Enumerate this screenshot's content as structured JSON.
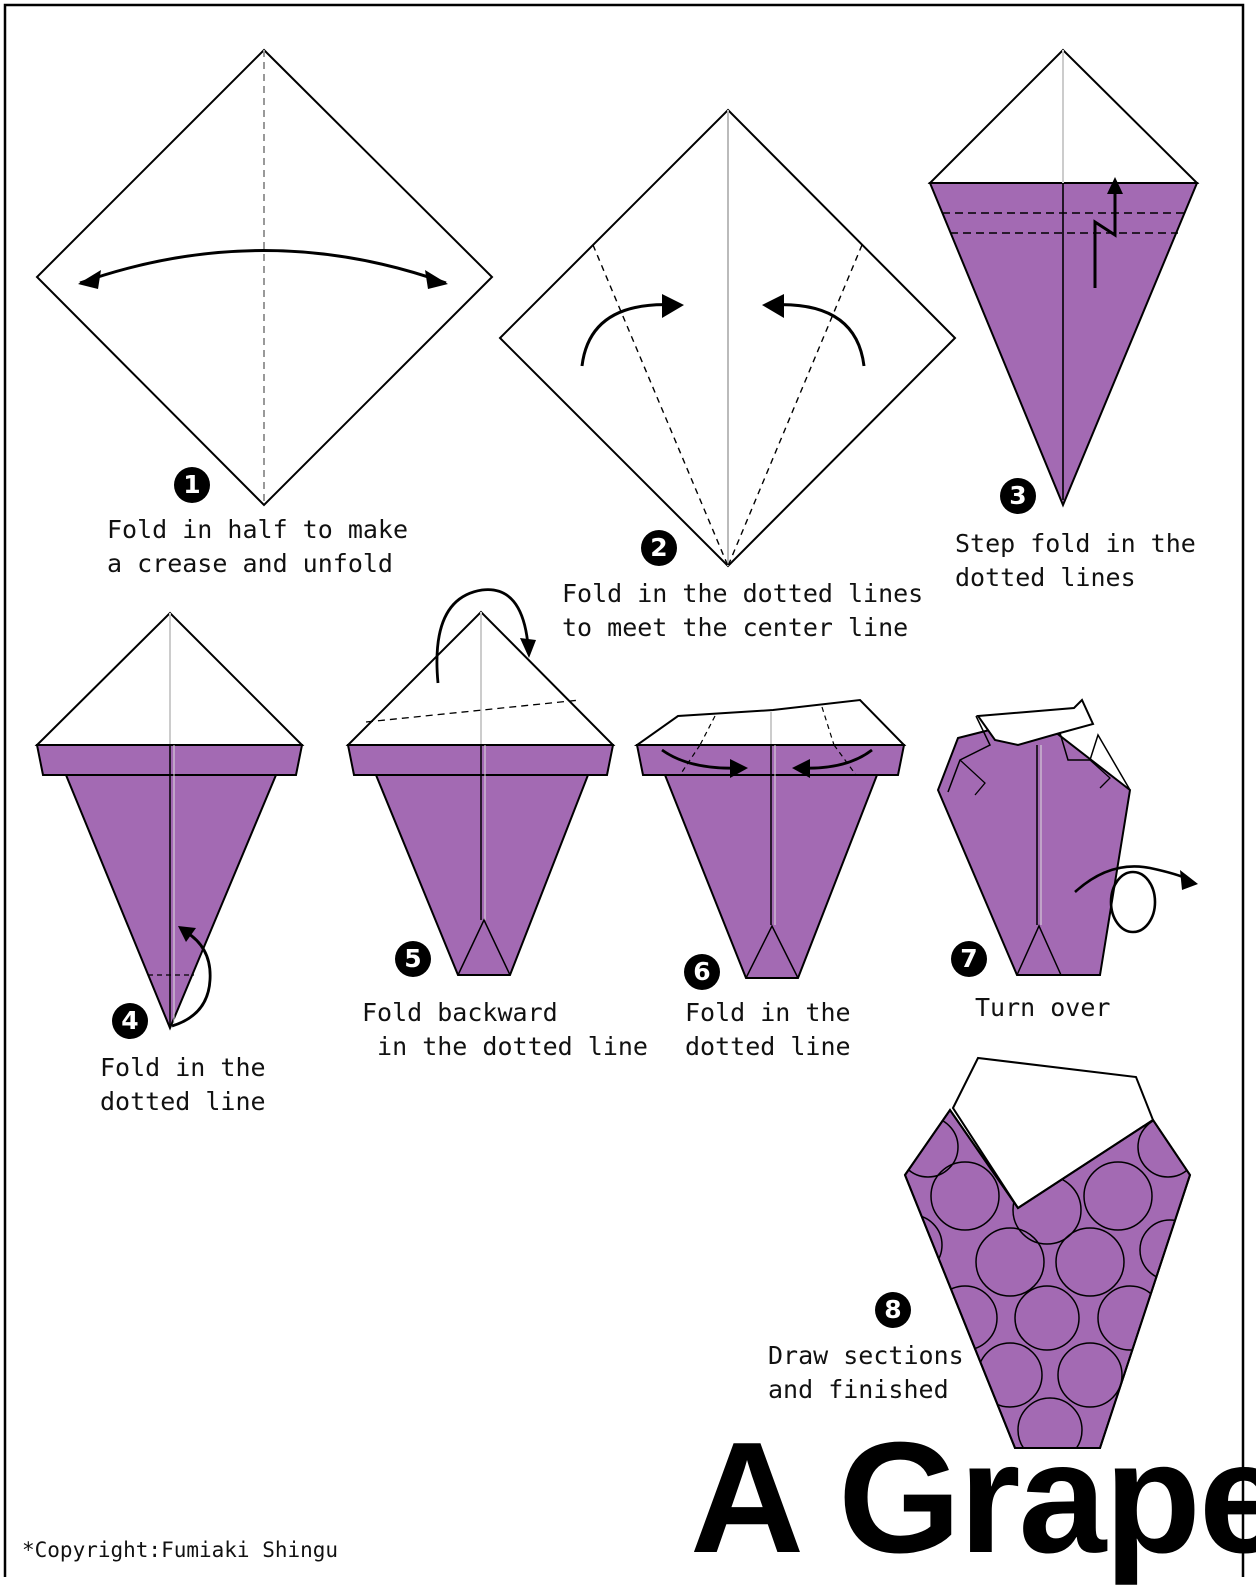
{
  "title": "A Grape",
  "copyright": "*Copyright:Fumiaki Shingu",
  "colors": {
    "paper_color": "#a36ab3",
    "line": "#000000",
    "background": "#ffffff"
  },
  "steps": [
    {
      "number": "1",
      "lines": [
        "Fold in half to make",
        "a crease and unfold"
      ]
    },
    {
      "number": "2",
      "lines": [
        "Fold in the dotted lines",
        "to meet the center line"
      ]
    },
    {
      "number": "3",
      "lines": [
        "Step fold in the",
        "dotted lines"
      ]
    },
    {
      "number": "4",
      "lines": [
        "Fold in the",
        "dotted line"
      ]
    },
    {
      "number": "5",
      "lines": [
        "Fold backward",
        " in the dotted line"
      ]
    },
    {
      "number": "6",
      "lines": [
        "Fold in the",
        "dotted line"
      ]
    },
    {
      "number": "7",
      "lines": [
        "Turn over"
      ]
    },
    {
      "number": "8",
      "lines": [
        "Draw sections",
        "and finished"
      ]
    }
  ]
}
